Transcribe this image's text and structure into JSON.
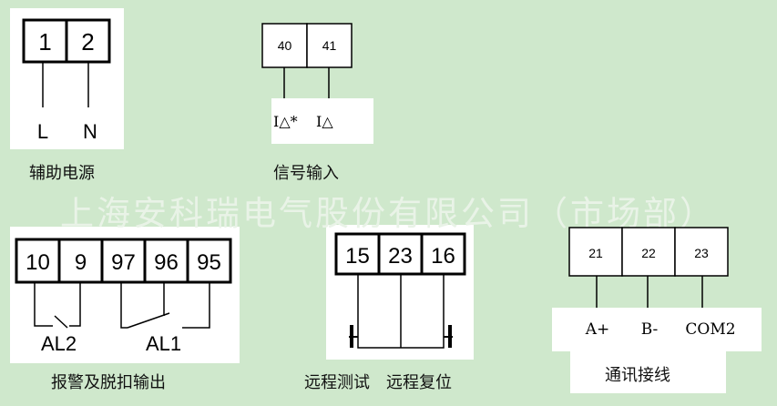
{
  "watermark": "上海安科瑞电气股份有限公司（市场部）",
  "aux_power": {
    "caption": "辅助电源",
    "terminals": [
      "1",
      "2"
    ],
    "labels": [
      "L",
      "N"
    ]
  },
  "signal_input": {
    "caption": "信号输入",
    "terminals": [
      "40",
      "41"
    ],
    "labels": [
      "I△*",
      "I△"
    ]
  },
  "alarm_trip": {
    "caption": "报警及脱扣输出",
    "terminals": [
      "10",
      "9",
      "97",
      "96",
      "95"
    ],
    "labels": [
      "AL2",
      "AL1"
    ]
  },
  "remote": {
    "caption": "远程测试　远程复位",
    "terminals": [
      "15",
      "23",
      "16"
    ]
  },
  "comm": {
    "caption": "通讯接线",
    "terminals": [
      "21",
      "22",
      "23"
    ],
    "labels": [
      "A+",
      "B-",
      "COM2"
    ]
  }
}
